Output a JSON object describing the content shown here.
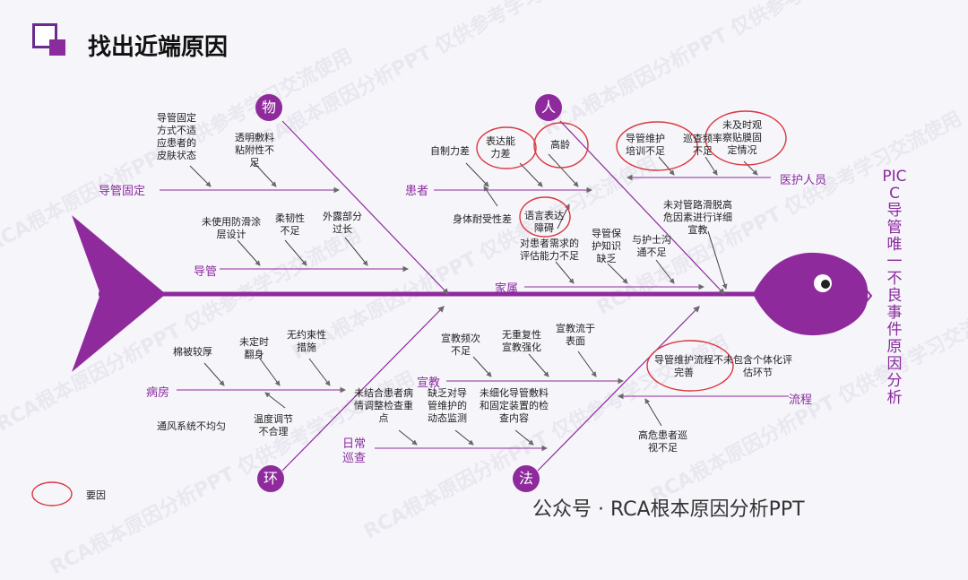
{
  "title": "找出近端原因",
  "vertical_title": "PICC导管唯一不良事件原因分析",
  "legend": {
    "label": "要因",
    "color": "#d9383f"
  },
  "footer": "公众号 · RCA根本原因分析PPT",
  "watermark": "RCA根本原因分析PPT 仅供参考学习交流使用",
  "accent_color": "#8e2a9c",
  "circles": {
    "wu": "物",
    "ren": "人",
    "huan": "环",
    "fa": "法"
  },
  "categories": {
    "daoguan_guding": "导管固定",
    "daoguan": "导管",
    "huanzhe": "患者",
    "jiashu": "家属",
    "yihu": "医护人员",
    "bingfang": "病房",
    "xuanjiao": "宣教",
    "richang": "日常\n巡查",
    "liucheng": "流程"
  },
  "causes": {
    "c1": "导管固定\n方式不适\n应患者的\n皮肤状态",
    "c2": "透明敷料\n粘附性不\n足",
    "c3": "未使用防滑涂\n层设计",
    "c4": "柔韧性\n不足",
    "c5": "外露部分\n过长",
    "c6": "自制力差",
    "c7": "表达能\n力差",
    "c8": "高龄",
    "c9": "身体耐受性差",
    "c10": "语言表达\n障碍",
    "c11": "对患者需求的\n评估能力不足",
    "c12": "导管保\n护知识\n缺乏",
    "c13": "与护士沟\n通不足",
    "c14": "导管维护\n培训不足",
    "c15": "巡查频率\n不足",
    "c16": "未及时观\n察贴膜固\n定情况",
    "c17": "未对管路滑脱高\n危因素进行详细\n宣教",
    "c18": "棉被较厚",
    "c19": "未定时\n翻身",
    "c20": "无约束性\n措施",
    "c21": "通风系统不均匀",
    "c22": "温度调节\n不合理",
    "c23": "宣教频次\n不足",
    "c24": "无重复性\n宣教强化",
    "c25": "宣教流于\n表面",
    "c26": "未结合患者病\n情调整检查重\n点",
    "c27": "缺乏对导\n管维护的\n动态监测",
    "c28": "未细化导管敷料\n和固定装置的检\n查内容",
    "c29": "导管维护流程不未包含个体化评\n完善　　　　　估环节",
    "c30": "高危患者巡\n视不足"
  }
}
